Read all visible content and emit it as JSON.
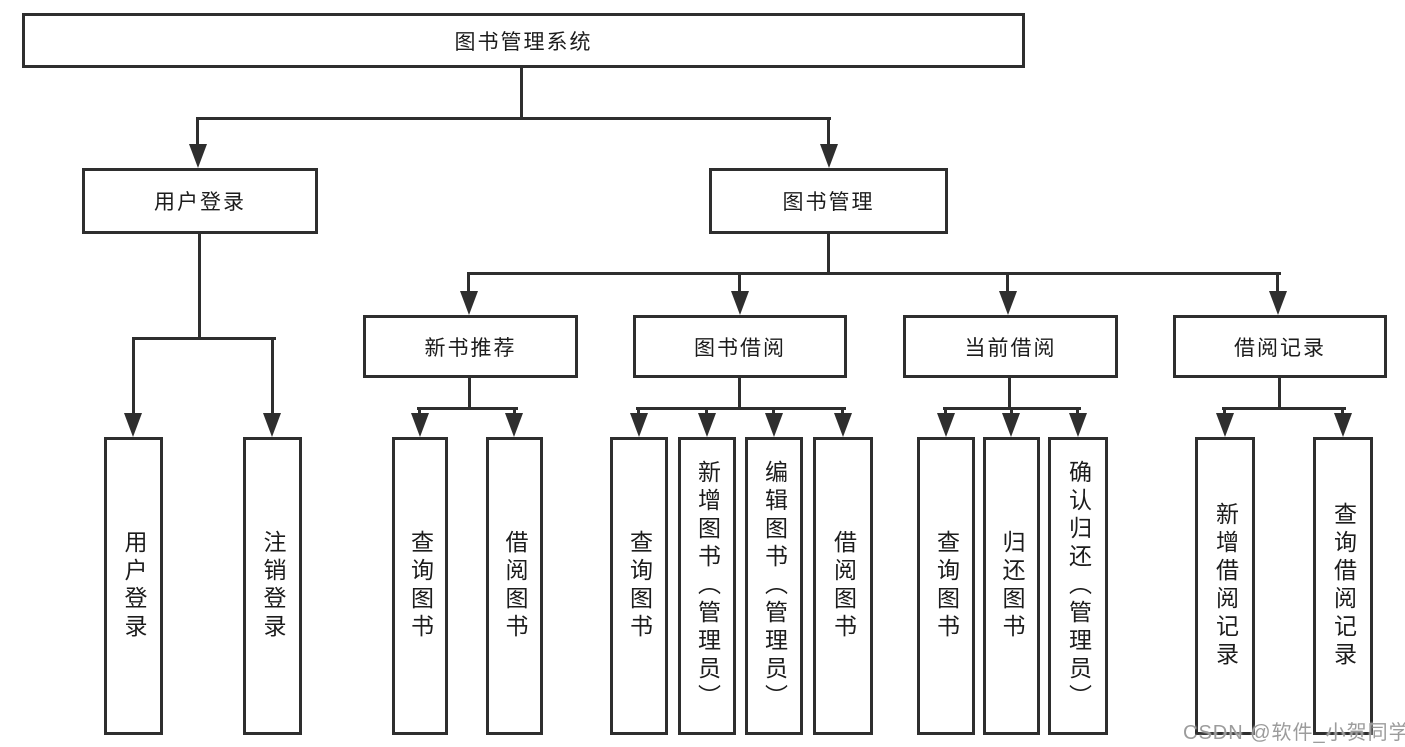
{
  "tree": {
    "label": "图书管理系统",
    "children": [
      {
        "label": "用户登录",
        "children": [
          {
            "label": "用户登录"
          },
          {
            "label": "注销登录"
          }
        ]
      },
      {
        "label": "图书管理",
        "children": [
          {
            "label": "新书推荐",
            "children": [
              {
                "label": "查询图书"
              },
              {
                "label": "借阅图书"
              }
            ]
          },
          {
            "label": "图书借阅",
            "children": [
              {
                "label": "查询图书"
              },
              {
                "label": "新增图书（管理员）"
              },
              {
                "label": "编辑图书（管理员）"
              },
              {
                "label": "借阅图书"
              }
            ]
          },
          {
            "label": "当前借阅",
            "children": [
              {
                "label": "查询图书"
              },
              {
                "label": "归还图书"
              },
              {
                "label": "确认归还（管理员）"
              }
            ]
          },
          {
            "label": "借阅记录",
            "children": [
              {
                "label": "新增借阅记录"
              },
              {
                "label": "查询借阅记录"
              }
            ]
          }
        ]
      }
    ]
  },
  "watermark": "CSDN @软件_小贺同学",
  "colors": {
    "line": "#2e2e2e",
    "text": "#1c1c1c",
    "background": "#ffffff",
    "watermark": "#9c9c9c"
  }
}
